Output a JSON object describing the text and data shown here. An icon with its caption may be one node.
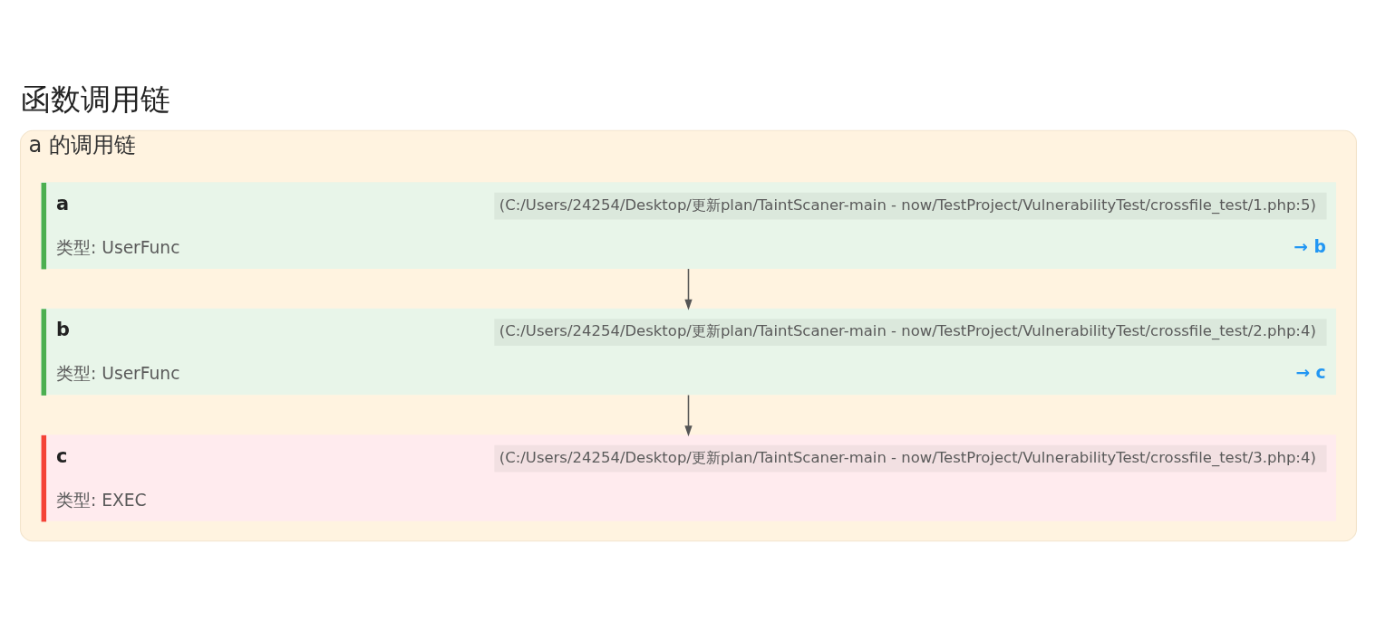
{
  "diagram": {
    "title": "函数调用链",
    "nodes": [
      {
        "text": [
          "a 的调用链"
        ]
      },
      {
        "text": [
          "a",
          "(C:/Users/24254/Desktop/更新plan/TaintScaner-main - now/TestProject/VulnerabilityTest/crossfile_test/1.php:5)",
          "类型: UserFunc",
          "→ b"
        ],
        "in": 0
      },
      {
        "text": [
          "b",
          "(C:/Users/24254/Desktop/更新plan/TaintScaner-main - now/TestProject/VulnerabilityTest/crossfile_test/2.php:4)",
          "类型: UserFunc",
          "→ c"
        ],
        "in": 0
      },
      {
        "text": [
          "c",
          "(C:/Users/24254/Desktop/更新plan/TaintScaner-main - now/TestProject/VulnerabilityTest/crossfile_test/3.php:4)",
          "类型: EXEC"
        ],
        "in": 0
      }
    ],
    "edges": [
      {
        "from": 1,
        "to": 2,
        "arrow": "to"
      },
      {
        "from": 2,
        "to": 3,
        "arrow": "to"
      }
    ]
  }
}
